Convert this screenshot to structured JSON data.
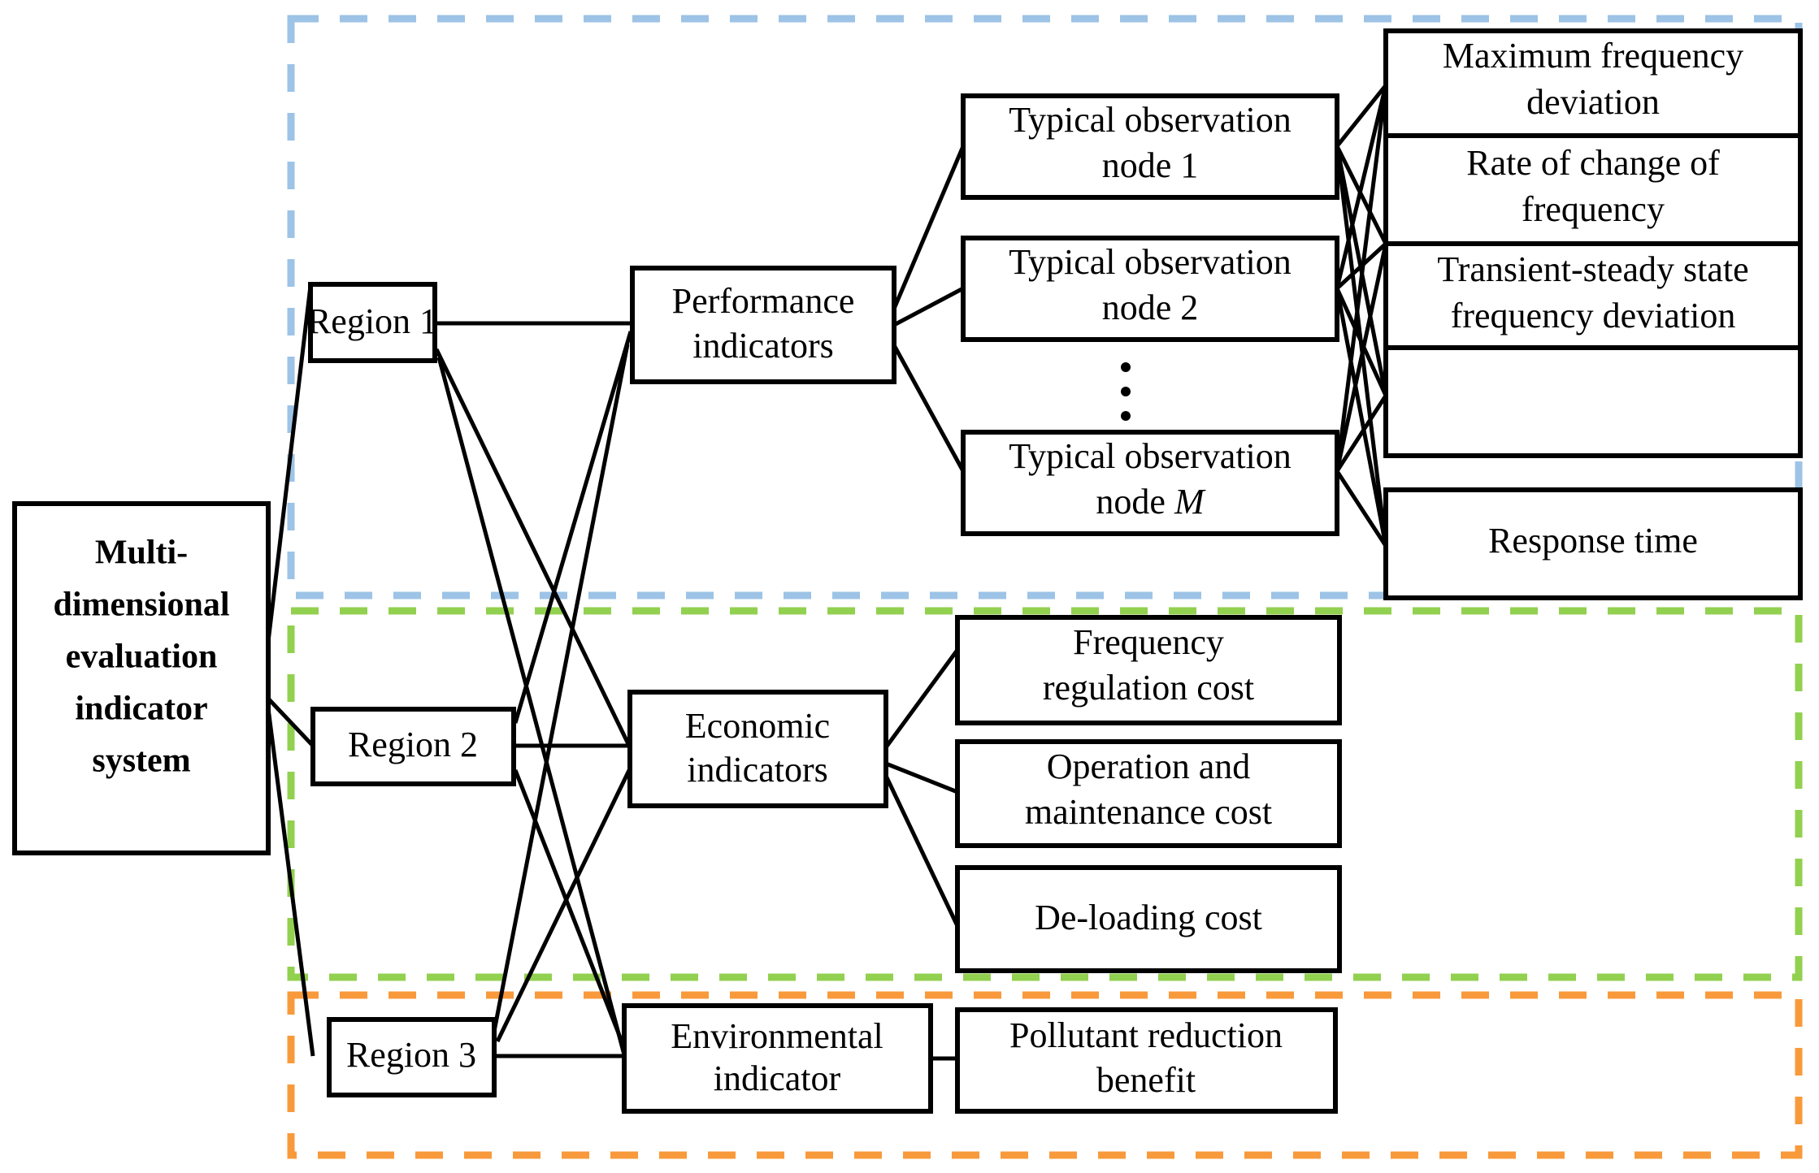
{
  "diagram": {
    "title": "Multi-dimensional evaluation indicator system",
    "root": {
      "label": "Multi-\ndimensional\nevaluation\nindicator\nsystem"
    },
    "regions": [
      {
        "label": "Region 1"
      },
      {
        "label": "Region 2"
      },
      {
        "label": "Region 3"
      }
    ],
    "categories": [
      {
        "label": "Performance\nindicators",
        "group": "performance",
        "color": "#9dc3e6"
      },
      {
        "label": "Economic\nindicators",
        "group": "economic",
        "color": "#92d050"
      },
      {
        "label": "Environmental\nindicator",
        "group": "environmental",
        "color": "#f89a3c"
      }
    ],
    "observation_nodes": [
      {
        "label": "Typical observation\nnode 1"
      },
      {
        "label": "Typical observation\nnode 2"
      },
      {
        "label": "Typical observation\nnode M",
        "italic_tail": "M"
      }
    ],
    "ellipsis": "⋮",
    "performance_metrics": [
      {
        "label": "Maximum frequency\ndeviation"
      },
      {
        "label": "Rate of change of\nfrequency"
      },
      {
        "label": "Transient-steady state\nfrequency deviation"
      },
      {
        "label": "Response time"
      }
    ],
    "economic_metrics": [
      {
        "label": "Frequency\nregulation cost"
      },
      {
        "label": "Operation and\nmaintenance cost"
      },
      {
        "label": "De-loading cost"
      }
    ],
    "environmental_metrics": [
      {
        "label": "Pollutant reduction\nbenefit"
      }
    ],
    "group_colors": {
      "performance": "#9dc3e6",
      "economic": "#92d050",
      "environmental": "#f89a3c",
      "box_stroke": "#000000",
      "link_stroke": "#000000",
      "background": "#ffffff"
    }
  }
}
